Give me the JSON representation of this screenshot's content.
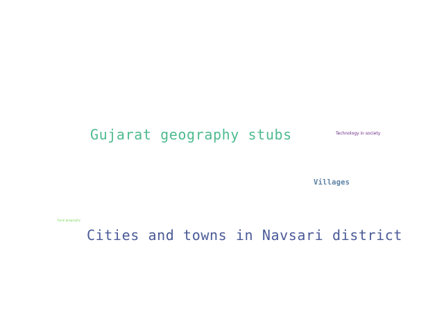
{
  "word_cloud": {
    "words": [
      {
        "text": "Gujarat geography stubs",
        "color": "#4dbb8f"
      },
      {
        "text": "Cities and towns in Navsari district",
        "color": "#4a5a96"
      },
      {
        "text": "Villages",
        "color": "#5d83a6"
      },
      {
        "text": "Technology in society",
        "color": "#6a2a86"
      },
      {
        "text": "Rural geography",
        "color": "#7ad95a"
      }
    ]
  }
}
